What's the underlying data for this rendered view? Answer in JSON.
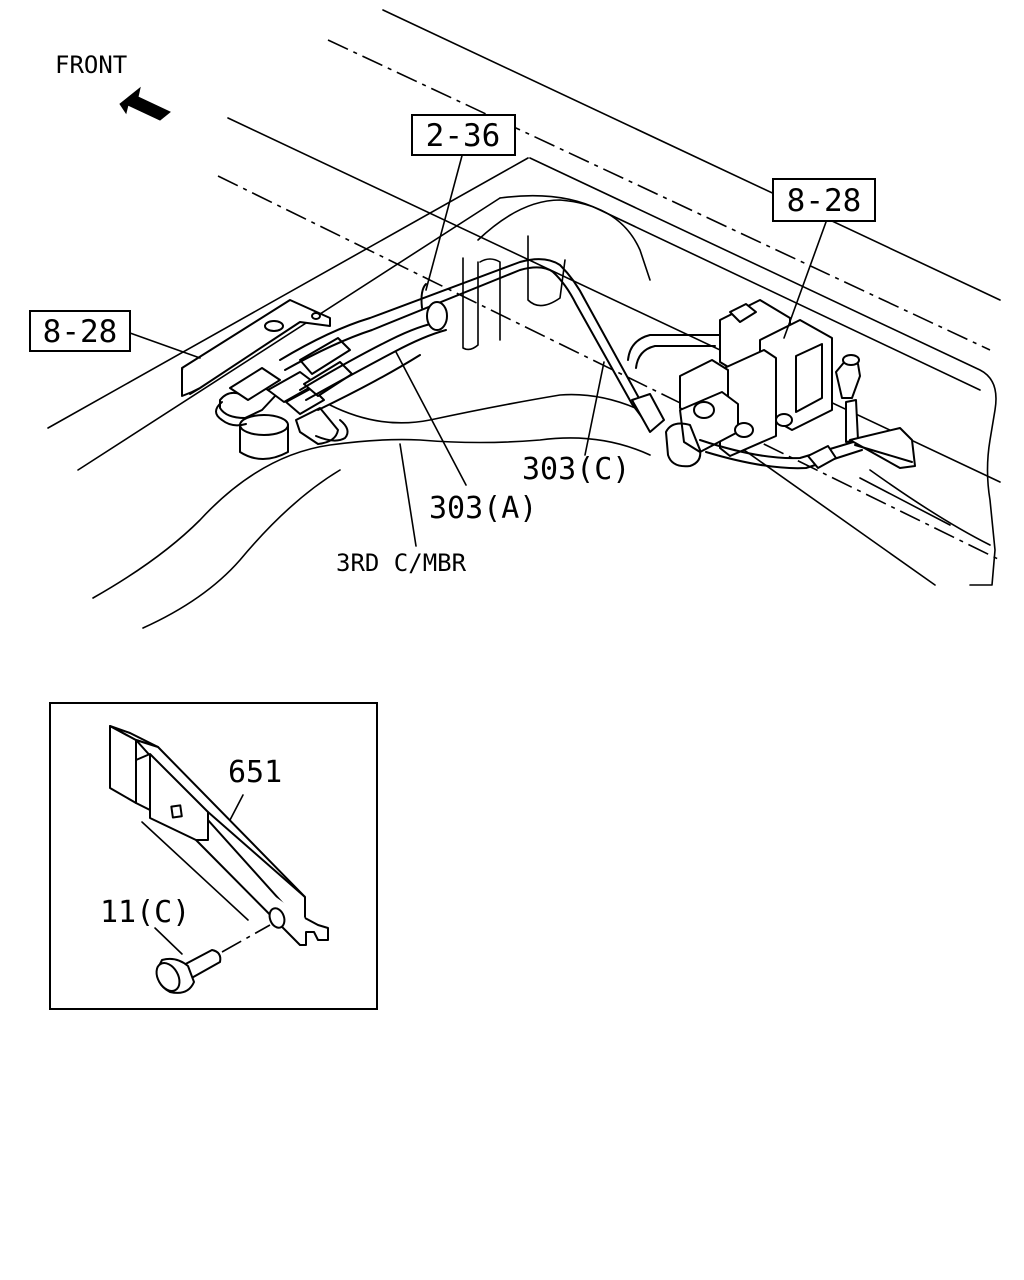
{
  "orientation": {
    "label": "FRONT",
    "icon": "arrow-front-icon"
  },
  "references": [
    {
      "id": "ref-2-36",
      "label": "2-36"
    },
    {
      "id": "ref-8-28-left",
      "label": "8-28"
    },
    {
      "id": "ref-8-28-right",
      "label": "8-28"
    }
  ],
  "callouts": [
    {
      "id": "part-303a",
      "label": "303(A)"
    },
    {
      "id": "part-303c",
      "label": "303(C)"
    },
    {
      "id": "member-3rd",
      "label": "3RD C/MBR"
    }
  ],
  "detail": {
    "parts": [
      {
        "id": "part-651",
        "label": "651"
      },
      {
        "id": "part-11c",
        "label": "11(C)"
      }
    ]
  }
}
